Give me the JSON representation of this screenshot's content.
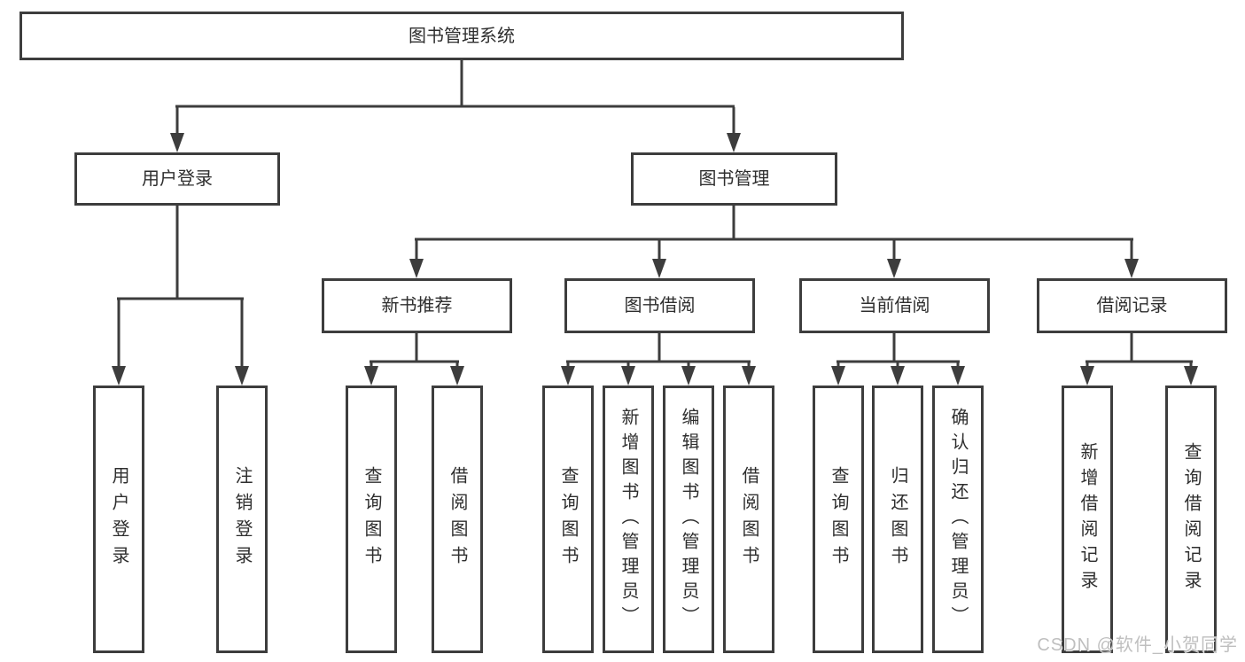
{
  "tree": {
    "label": "图书管理系统",
    "children": [
      {
        "label": "用户登录",
        "children": [
          {
            "label": "用户登录"
          },
          {
            "label": "注销登录"
          }
        ]
      },
      {
        "label": "图书管理",
        "children": [
          {
            "label": "新书推荐",
            "children": [
              {
                "label": "查询图书"
              },
              {
                "label": "借阅图书"
              }
            ]
          },
          {
            "label": "图书借阅",
            "children": [
              {
                "label": "查询图书"
              },
              {
                "label": "新增图书（管理员）"
              },
              {
                "label": "编辑图书（管理员）"
              },
              {
                "label": "借阅图书"
              }
            ]
          },
          {
            "label": "当前借阅",
            "children": [
              {
                "label": "查询图书"
              },
              {
                "label": "归还图书"
              },
              {
                "label": "确认归还（管理员）"
              }
            ]
          },
          {
            "label": "借阅记录",
            "children": [
              {
                "label": "新增借阅记录"
              },
              {
                "label": "查询借阅记录"
              }
            ]
          }
        ]
      }
    ]
  },
  "watermark": "CSDN @软件_小贺同学",
  "colors": {
    "line": "#3d3d3d",
    "box_background": "#ffffff",
    "text": "#2e2e2e",
    "watermark": "#bfbfbf"
  }
}
